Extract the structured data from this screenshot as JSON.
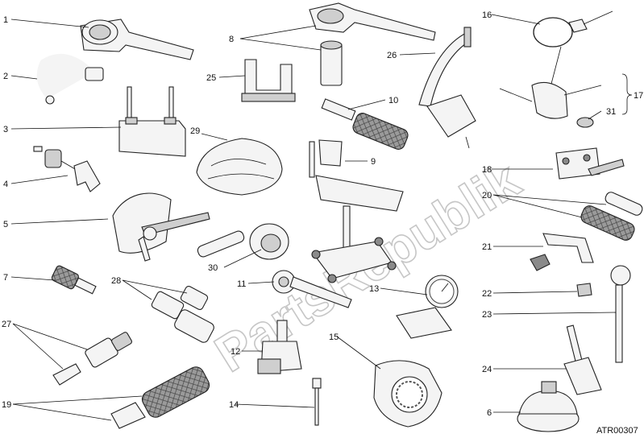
{
  "watermark": "PartsRepublik",
  "reference_code": "ATR00307",
  "callouts": {
    "c1": "1",
    "c2": "2",
    "c3": "3",
    "c4": "4",
    "c5": "5",
    "c6": "6",
    "c7": "7",
    "c8": "8",
    "c9": "9",
    "c10": "10",
    "c11": "11",
    "c12": "12",
    "c13": "13",
    "c14": "14",
    "c15": "15",
    "c16": "16",
    "c17": "17",
    "c18": "18",
    "c19": "19",
    "c20": "20",
    "c21": "21",
    "c22": "22",
    "c23": "23",
    "c24": "24",
    "c25": "25",
    "c26": "26",
    "c27": "27",
    "c28": "28",
    "c29": "29",
    "c30": "30",
    "c31": "31"
  }
}
